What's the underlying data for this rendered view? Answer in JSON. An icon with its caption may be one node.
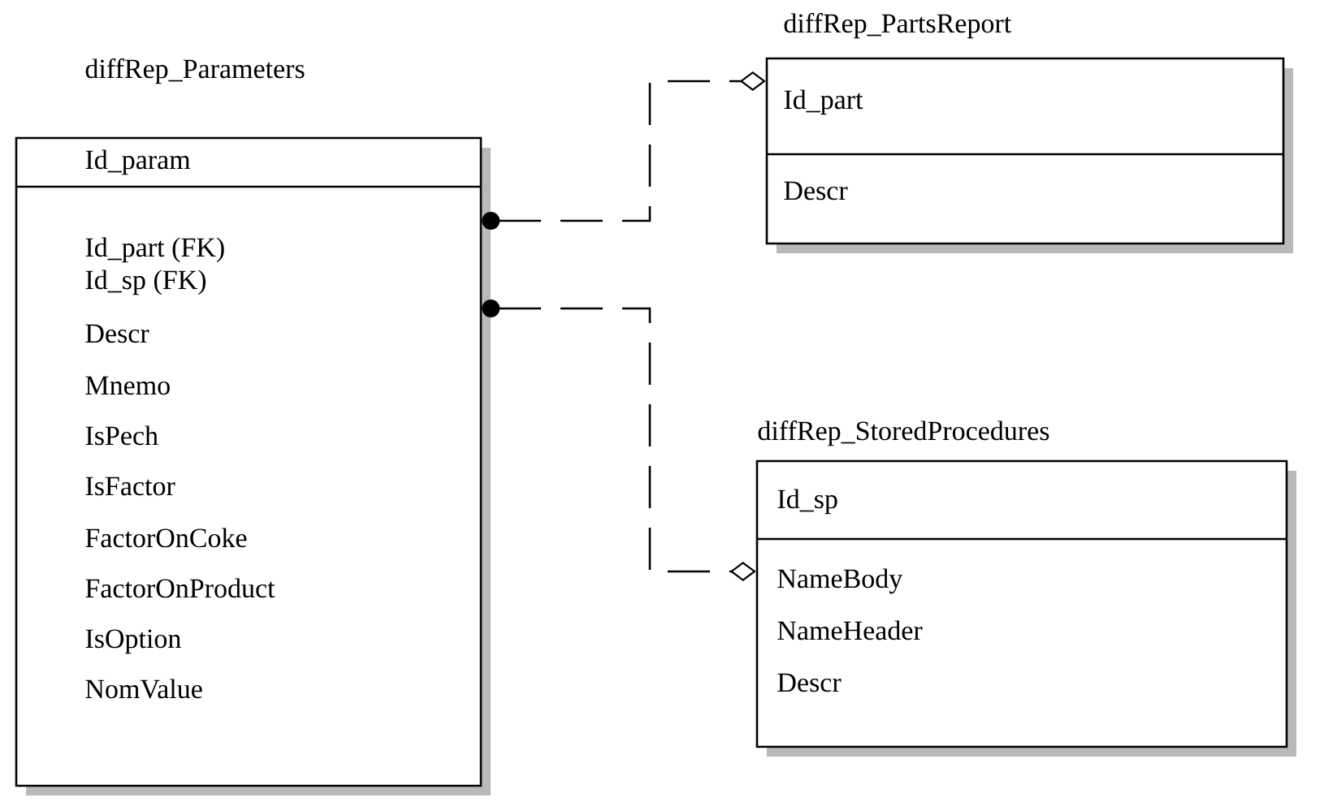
{
  "diagram": {
    "nodes": [
      {
        "text": [
          "diffRep_Parameters",
          "Id_param",
          "Id_part (FK)",
          "Id_sp (FK)",
          "Descr",
          "Mnemo",
          "IsPech",
          "IsFactor",
          "FactorOnCoke",
          "FactorOnProduct",
          "IsOption",
          "NomValue"
        ]
      },
      {
        "text": [
          "diffRep_PartsReport",
          "Id_part",
          "Descr"
        ]
      },
      {
        "text": [
          "diffRep_StoredProcedures",
          "Id_sp",
          "NameBody",
          "NameHeader",
          "Descr"
        ]
      }
    ],
    "edges": [
      {
        "from": 0,
        "to": 1,
        "arrow": "other",
        "style": "dashed"
      },
      {
        "from": 0,
        "to": 2,
        "arrow": "other",
        "style": "dashed"
      }
    ]
  }
}
